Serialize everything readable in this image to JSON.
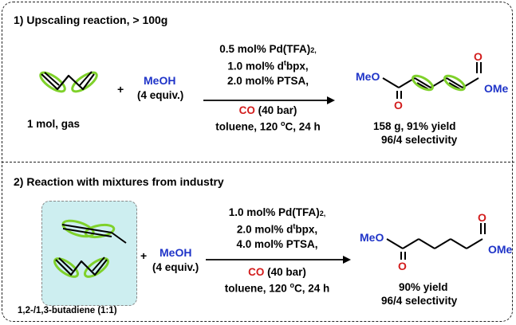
{
  "section1": {
    "title": "1) Upscaling reaction, > 100g",
    "substrate_label": "1 mol, gas",
    "plus": "+",
    "reagent": "MeOH",
    "reagent_equiv": "(4 equiv.)",
    "conditions_above": [
      "0.5 mol% Pd(TFA)",
      "1.0 mol% d",
      "2.0 mol% PTSA,"
    ],
    "pd_subscript": "2,",
    "ligand_super": "t",
    "ligand_rest": "bpx,",
    "co_label": "CO",
    "co_pressure": " (40 bar)",
    "conditions_below": "toluene, 120 ",
    "temp_super": "o",
    "temp_rest": "C, 24 h",
    "product_left": "MeO",
    "product_right": "OMe",
    "carbonyl_o": "O",
    "yield": "158 g, 91% yield",
    "selectivity": "96/4 selectivity"
  },
  "section2": {
    "title": "2) Reaction with mixtures from industry",
    "substrate_label": "1,2-/1,3-butadiene (1:1)",
    "plus": "+",
    "reagent": "MeOH",
    "reagent_equiv": "(4 equiv.)",
    "cond1": "1.0 mol% Pd(TFA)",
    "pd_subscript": "2,",
    "cond2": "2.0 mol% d",
    "ligand_super": "t",
    "ligand_rest": "bpx,",
    "cond3": "4.0 mol% PTSA,",
    "co_label": "CO",
    "co_pressure": " (40 bar)",
    "conditions_below": "toluene, 120 ",
    "temp_super": "o",
    "temp_rest": "C, 24 h",
    "product_left": "MeO",
    "product_right": "OMe",
    "carbonyl_o": "O",
    "yield": "90% yield",
    "selectivity": "96/4 selectivity"
  },
  "colors": {
    "reagent_blue": "#1f34c8",
    "co_red": "#d21c1c",
    "highlight_green": "#7fd12b",
    "inset_fill": "#cdeef0"
  }
}
